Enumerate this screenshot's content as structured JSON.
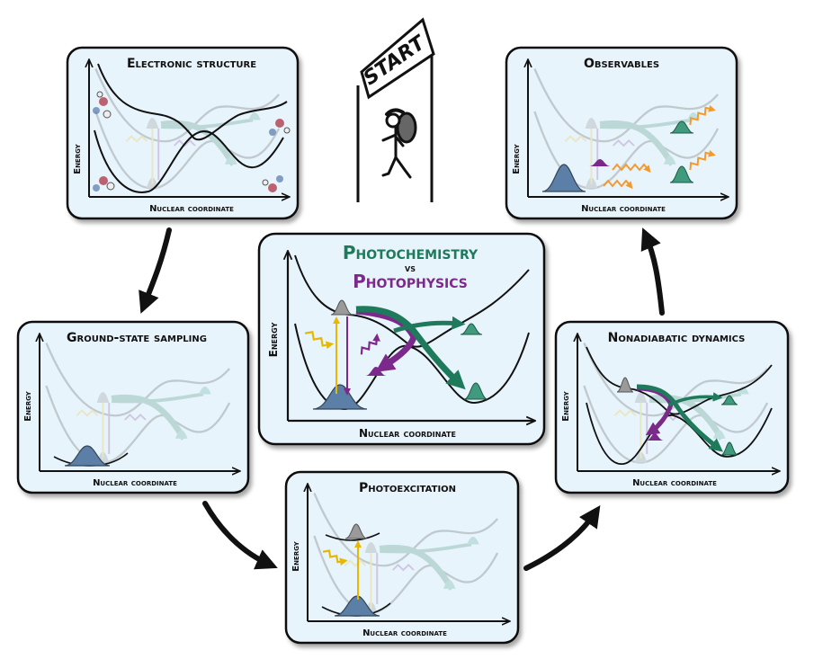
{
  "start_sign": "START",
  "axes": {
    "energy": "Energy",
    "nuclear": "Nuclear coordinate"
  },
  "panels": {
    "electronic_structure": "Electronic structure",
    "observables": "Observables",
    "ground_state_sampling": "Ground-state sampling",
    "nonadiabatic_dynamics": "Nonadiabatic dynamics",
    "photoexcitation": "Photoexcitation"
  },
  "center": {
    "line1": "Photochemistry",
    "vs": "vs",
    "line2": "Photophysics"
  },
  "colors": {
    "panel_bg": "#e8f4fb",
    "green": "#1f7a5c",
    "purple": "#7b2a8c",
    "yellow": "#f5c518",
    "orange": "#f29a2e",
    "blue_gauss": "#5b7fa6",
    "gray_gauss": "#9a9a9a",
    "teal_gauss": "#3f9a7e"
  }
}
